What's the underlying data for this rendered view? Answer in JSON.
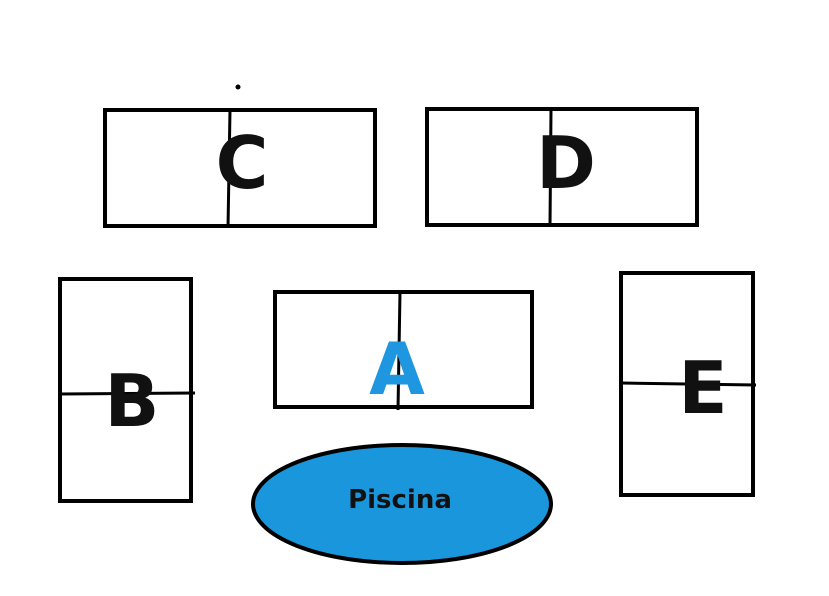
{
  "colors": {
    "stroke": "#000000",
    "text": "#111111",
    "accent": "#1e96e0",
    "pool_fill": "#1a96dc",
    "background": "#ffffff"
  },
  "units": {
    "c": {
      "label": "C"
    },
    "d": {
      "label": "D"
    },
    "b": {
      "label": "B"
    },
    "a": {
      "label": "A"
    },
    "e": {
      "label": "E"
    }
  },
  "pool": {
    "label": "Piscina"
  }
}
